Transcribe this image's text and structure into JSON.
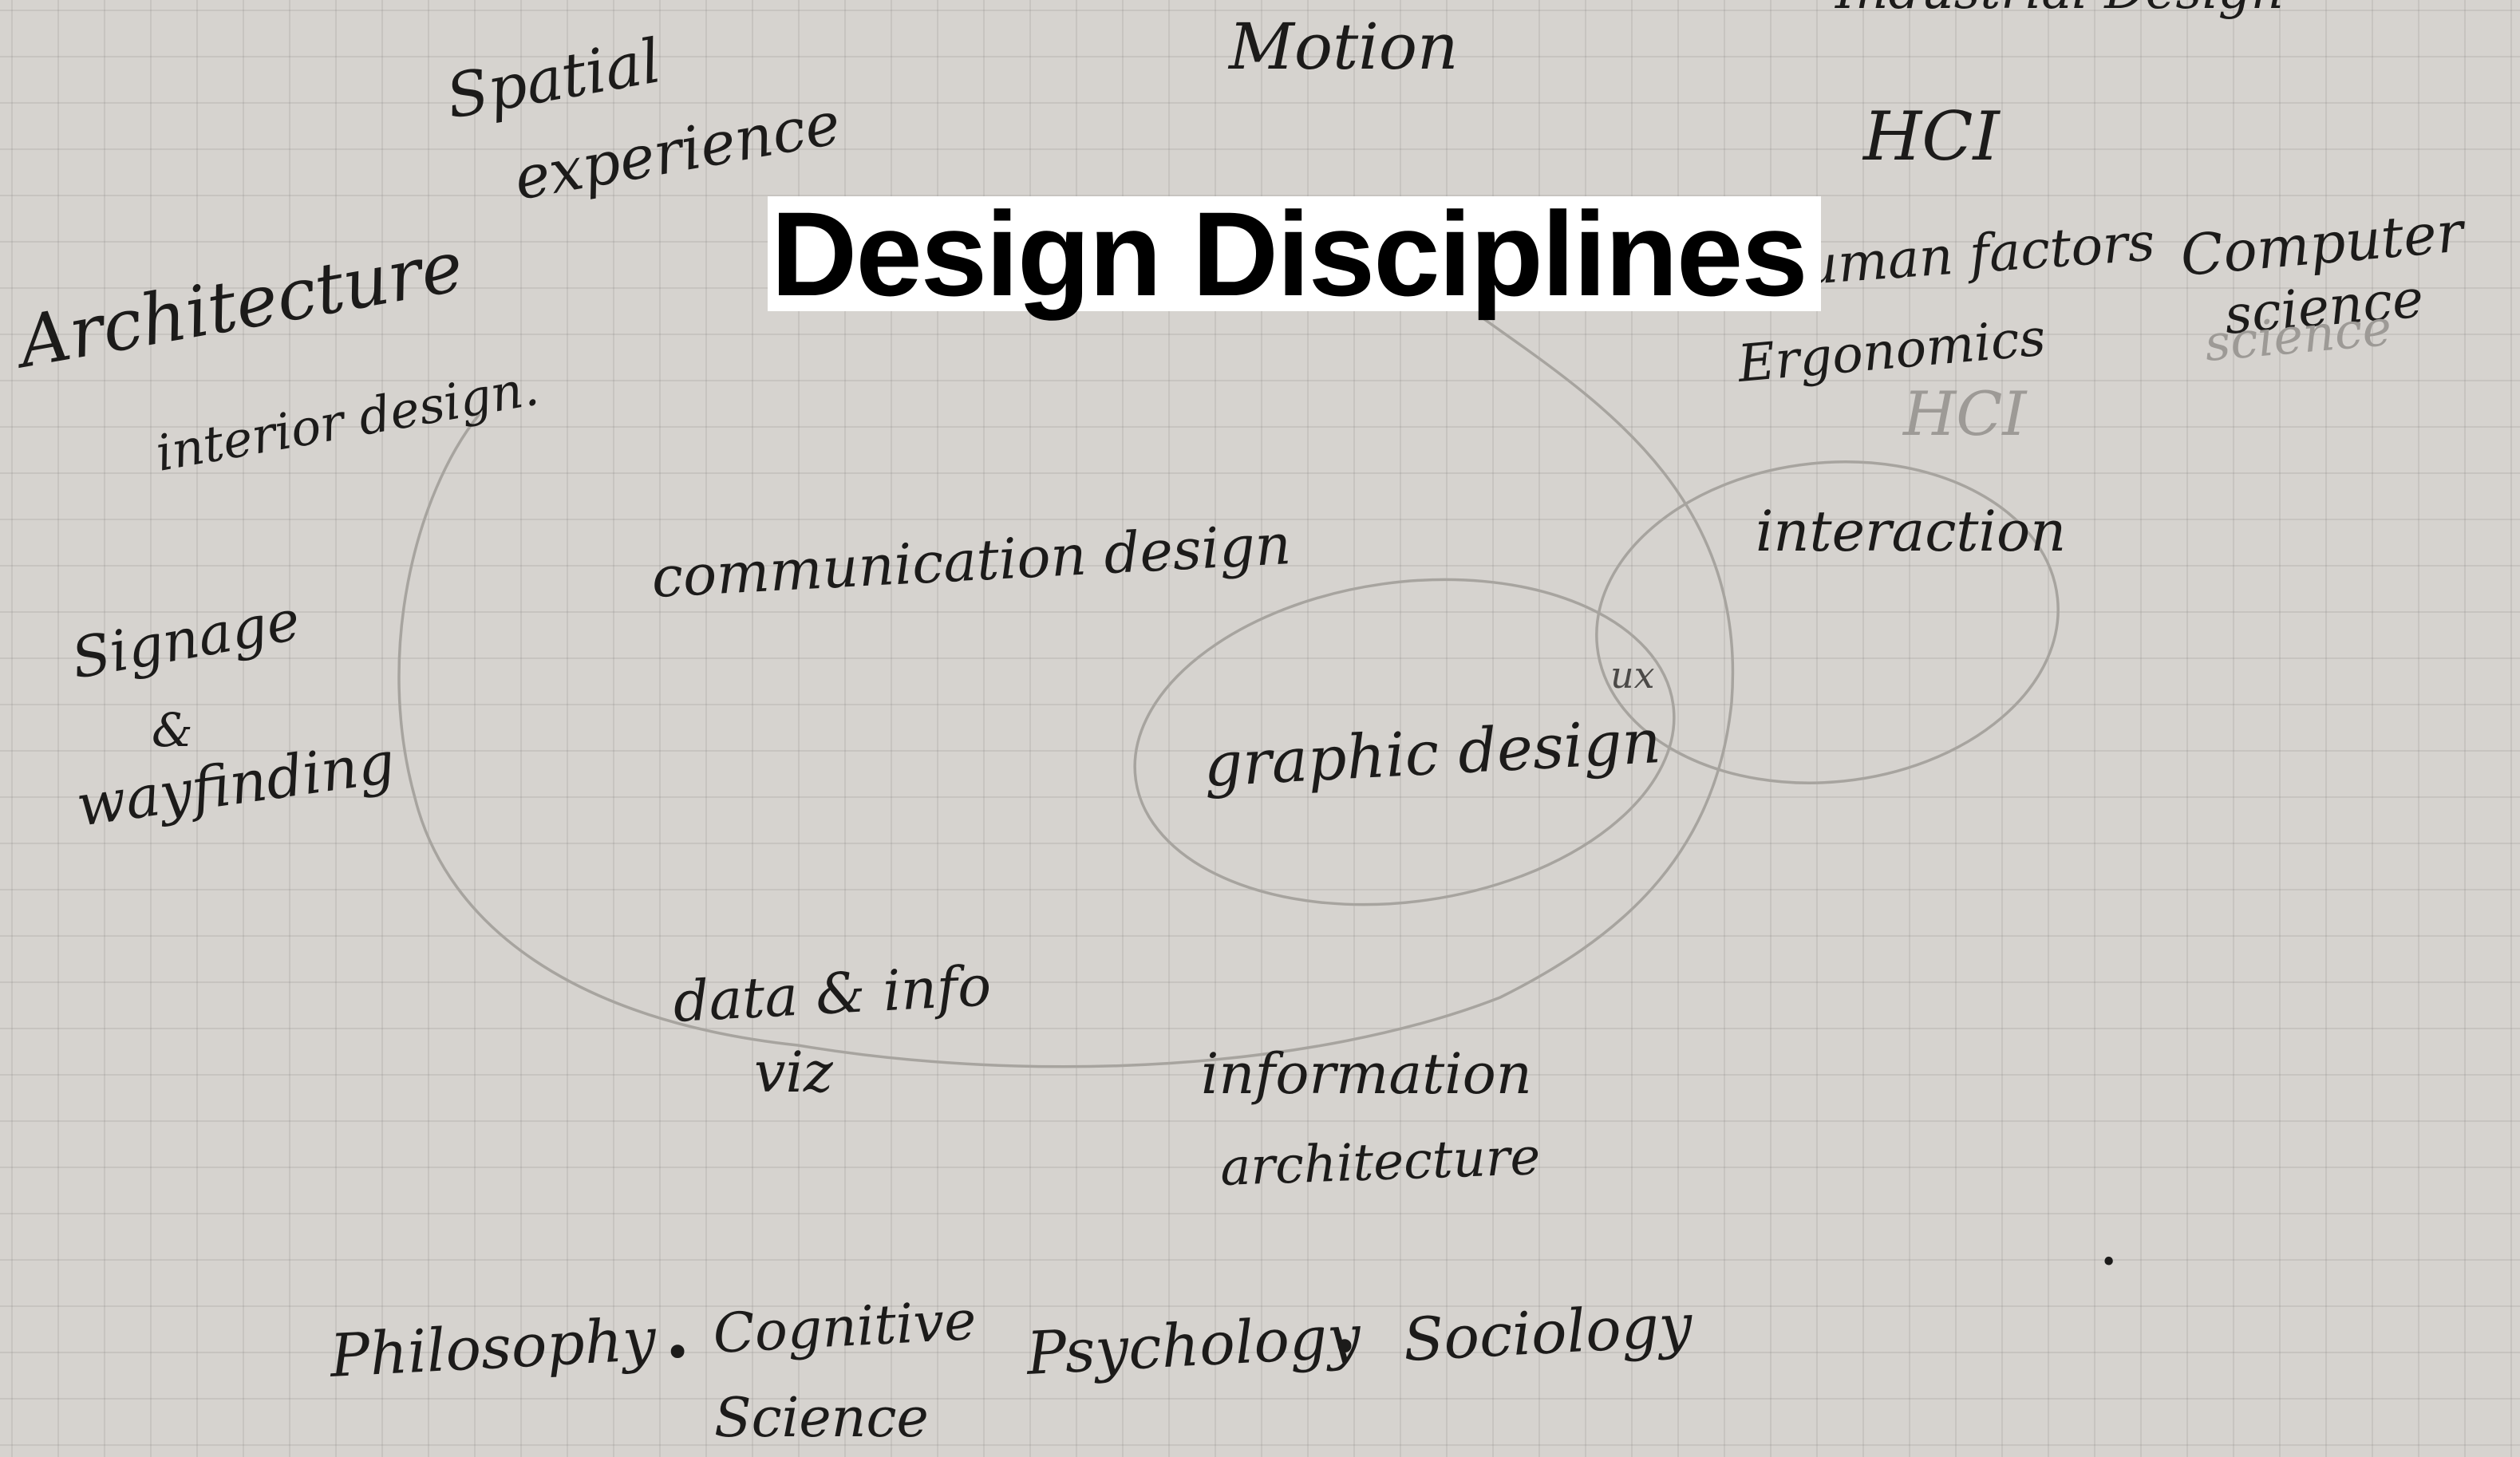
{
  "title": "Design Disciplines",
  "colors": {
    "paper": "#d6d3cf",
    "grid": "#a9a6a2",
    "ink": "#1c1b1a",
    "pencil": "#a3a09c",
    "title_bg": "#ffffff",
    "title_text": "#000000"
  },
  "labels": {
    "industrial_design": "Industrial Design",
    "motion": "Motion",
    "spatial_experience_1": "Spatial",
    "spatial_experience_2": "experience",
    "hci_top": "HCI",
    "architecture": "Architecture",
    "interior_design": "interior design.",
    "human_factors": "Human factors",
    "ergonomics": "Ergonomics",
    "computer_science_1": "Computer",
    "computer_science_2": "science",
    "computer_science_faint": "science",
    "hci_faint": "HCI",
    "interaction": "interaction",
    "communication_design": "communication design",
    "signage_1": "Signage",
    "signage_2": "&",
    "signage_3": "wayfinding",
    "ux": "ux",
    "graphic_design": "graphic design",
    "data_viz_1": "data & info",
    "data_viz_2": "viz",
    "information_architecture_1": "information",
    "information_architecture_2": "architecture",
    "philosophy": "Philosophy",
    "cognitive_science_1": "Cognitive",
    "cognitive_science_2": "Science",
    "psychology": "Psychology",
    "sociology": "Sociology",
    "sep_1": "•",
    "sep_2": "•",
    "sep_3": "•"
  }
}
